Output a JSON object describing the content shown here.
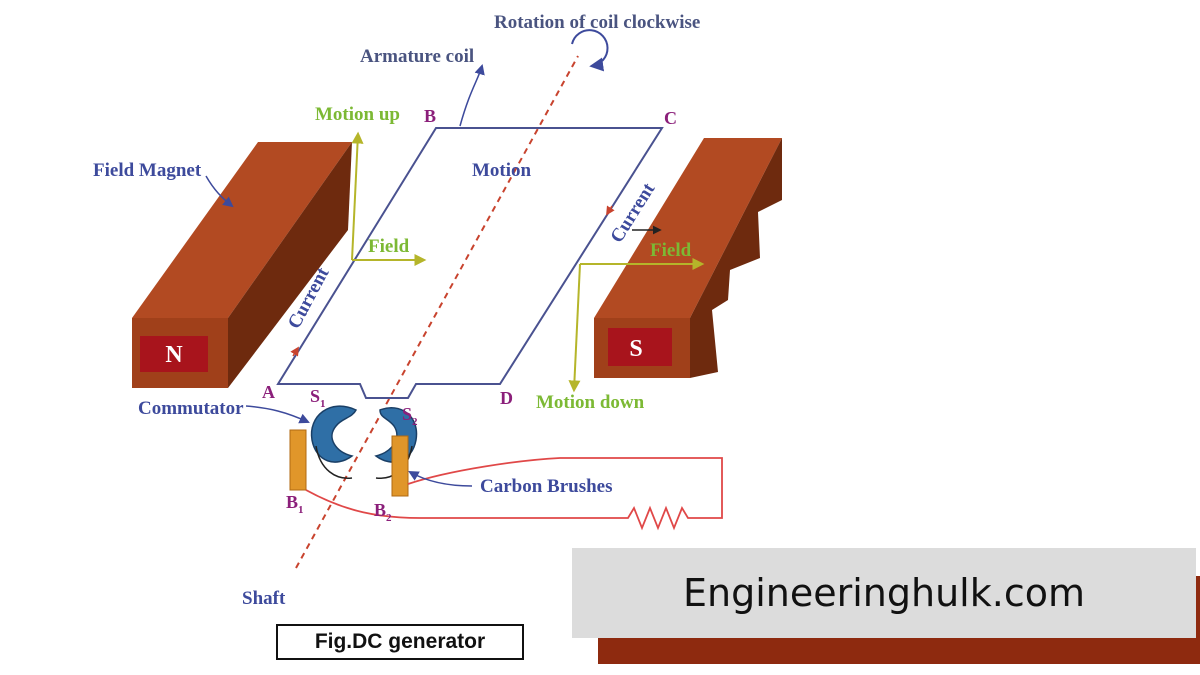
{
  "labels": {
    "rotation": "Rotation of coil clockwise",
    "armature_coil": "Armature coil",
    "motion_up": "Motion up",
    "field_magnet": "Field Magnet",
    "motion": "Motion",
    "field_left": "Field",
    "field_right": "Field",
    "current_left": "Current",
    "current_right": "Current",
    "corner_a": "A",
    "corner_b": "B",
    "corner_c": "C",
    "corner_d": "D",
    "commutator": "Commutator",
    "s1": "S",
    "s1_sub": "1",
    "s2": "S",
    "s2_sub": "2",
    "b1": "B",
    "b1_sub": "1",
    "b2": "B",
    "b2_sub": "2",
    "motion_down": "Motion down",
    "carbon_brushes": "Carbon Brushes",
    "shaft": "Shaft",
    "pole_n": "N",
    "pole_s": "S"
  },
  "caption": "Fig.DC generator",
  "watermark": "Engineeringhulk.com",
  "colors": {
    "magnet": "#a0401a",
    "magnet_dark": "#6e2a0e",
    "pole_label_bg": "#a8141c",
    "coil": "#4a5290",
    "arrow_green": "#b5b52a",
    "commutator": "#2f6fa6",
    "brush": "#e0962a",
    "circuit": "#e04848",
    "shaft": "#c8432e",
    "watermark_bar": "#8e2a0f"
  }
}
